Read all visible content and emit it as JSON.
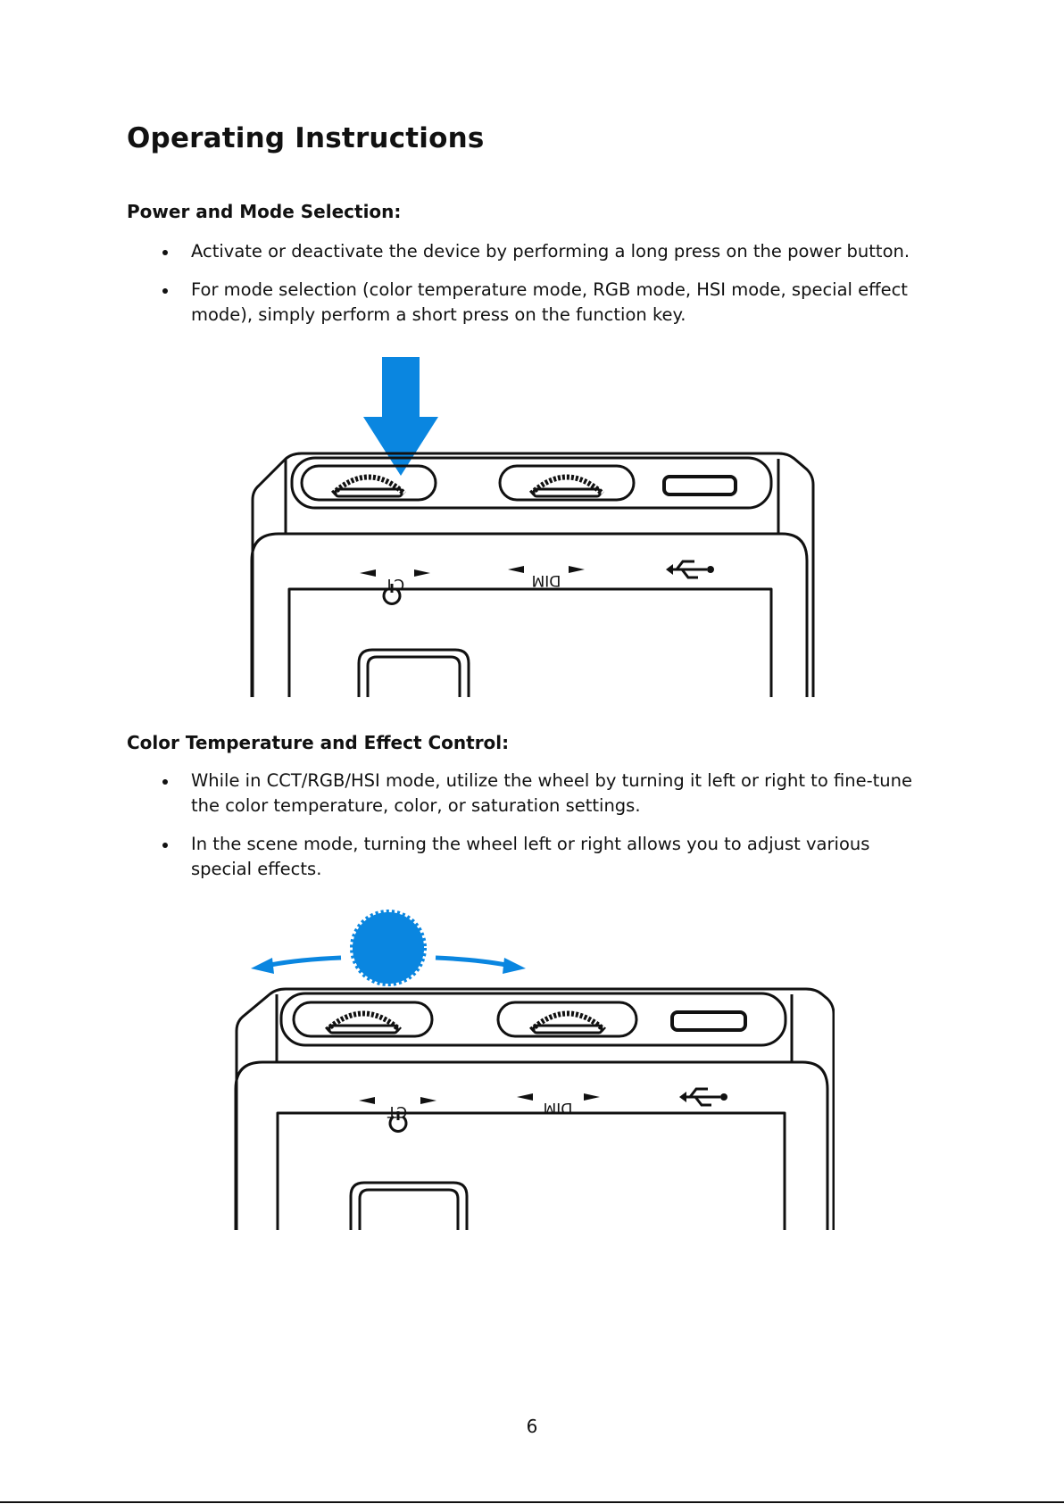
{
  "page": {
    "title": "Operating Instructions",
    "page_number": "6"
  },
  "sections": [
    {
      "heading": "Power and Mode Selection:",
      "bullets": [
        "Activate or deactivate the device by performing a long press on the power button.",
        "For mode selection (color temperature mode, RGB mode, HSI mode, special effect mode), simply perform a short press on the function key."
      ]
    },
    {
      "heading": "Color Temperature and Effect Control:",
      "bullets": [
        "While in CCT/RGB/HSI mode, utilize the wheel by turning it left or right to fine-tune the color temperature, color, or saturation settings.",
        "In the scene mode, turning the wheel left or right allows you to adjust various special effects."
      ]
    }
  ],
  "figures": {
    "device_labels": {
      "ct": "CT",
      "dim": "DIM"
    },
    "accent_color": "#0a86e0",
    "figure1": {
      "indicator": "down-arrow-icon"
    },
    "figure2": {
      "indicator": "wheel-icon"
    }
  }
}
